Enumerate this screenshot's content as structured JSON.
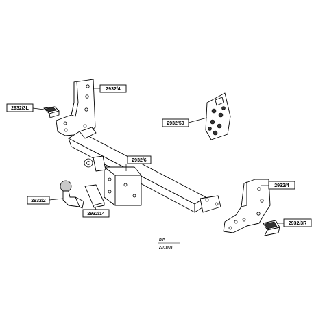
{
  "labels": {
    "bracket_left": "2932/4",
    "bracket_right": "2932/4",
    "clamp_left": "2932/3L",
    "clamp_right": "2932/3R",
    "hardware_kit": "2932/50",
    "main_beam": "2932/6",
    "towball": "2932/2",
    "spacer_plate": "2932/14"
  },
  "stamp": {
    "initials": "R.P.",
    "date": "27/10/03"
  }
}
